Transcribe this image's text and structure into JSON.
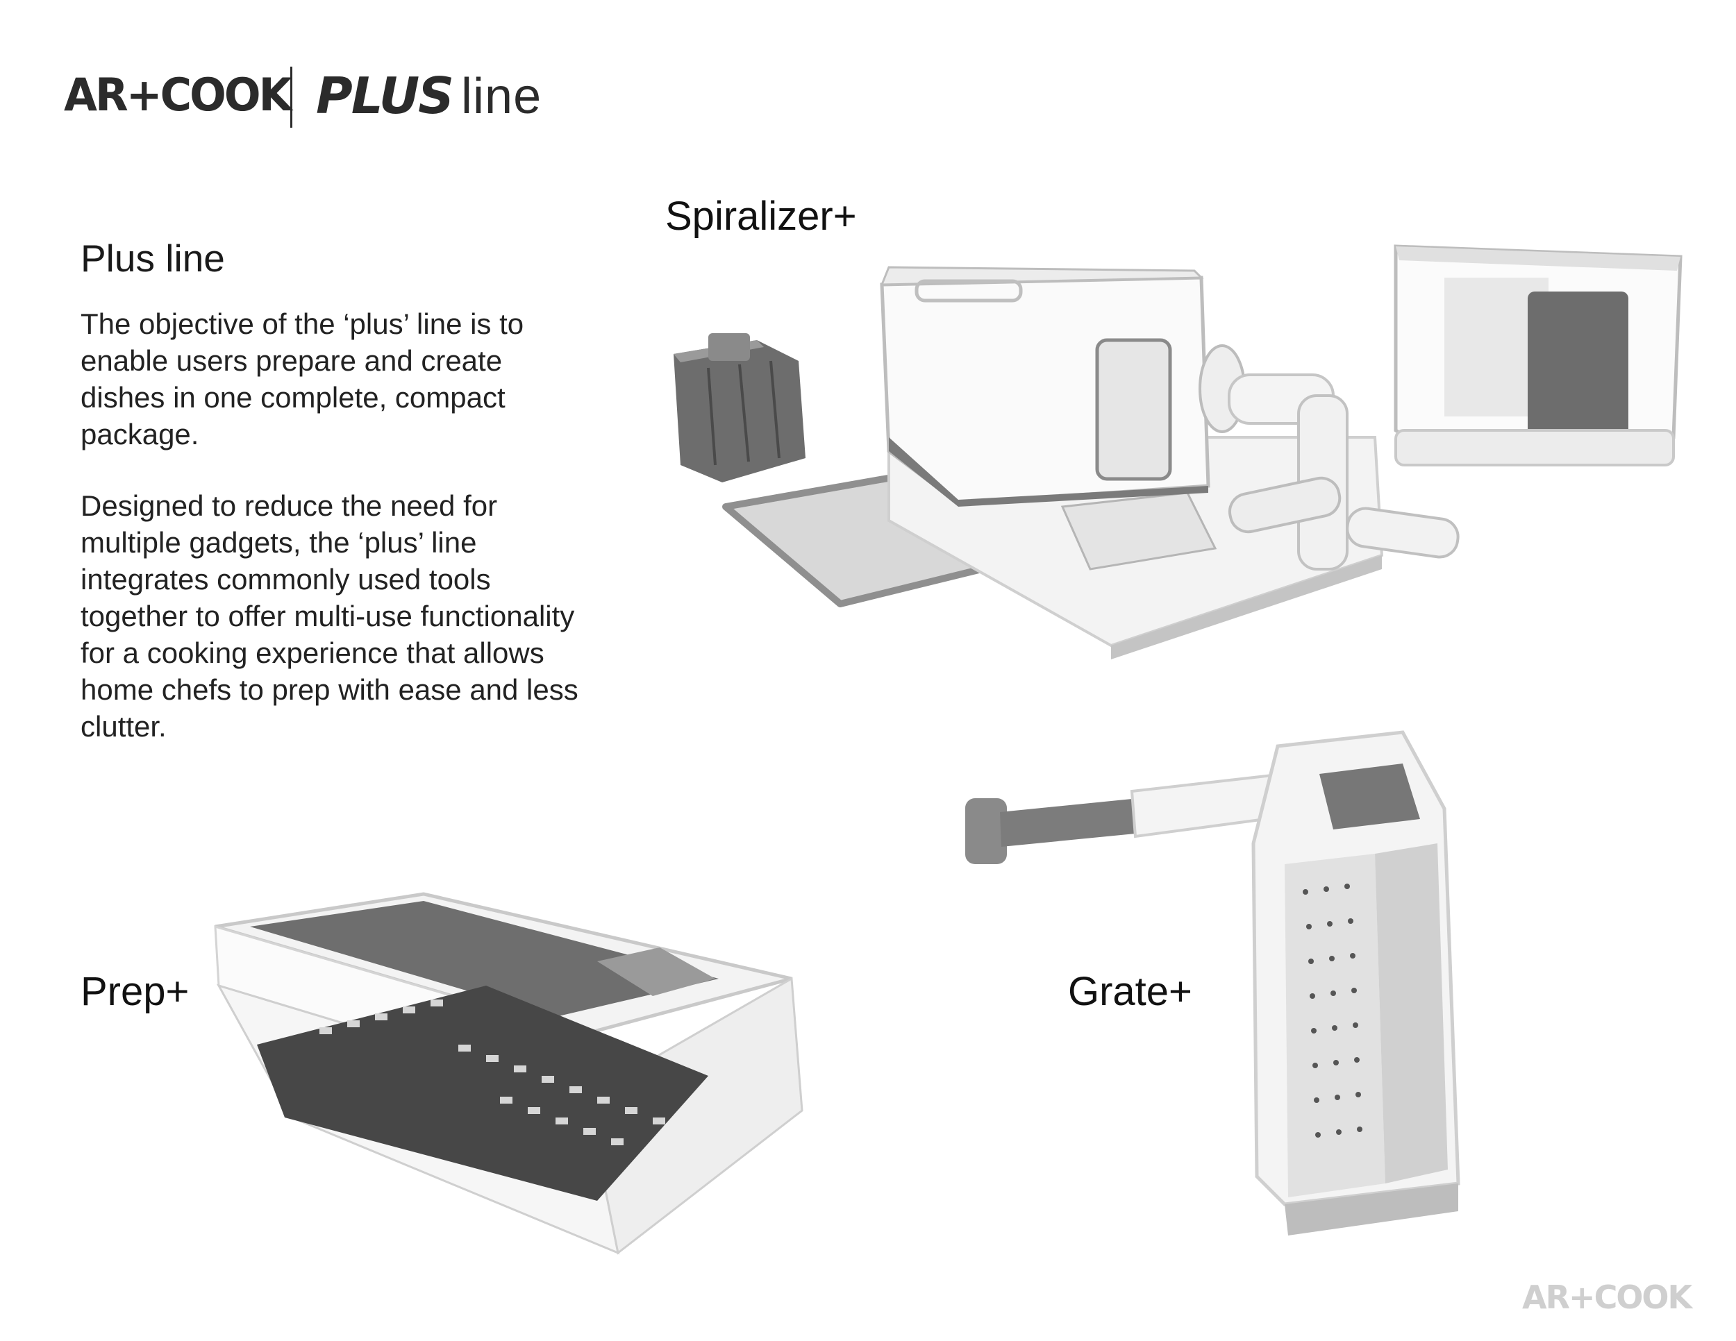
{
  "header": {
    "brand_logo": "AR+COOK",
    "line_logo_mark": "PLUS",
    "line_logo_word": "line"
  },
  "intro": {
    "heading": "Plus line",
    "paragraph_1": "The objective of the ‘plus’ line is to enable users prepare and create dishes in one complete, compact package.",
    "paragraph_2": "Designed to reduce the need for multiple gadgets, the ‘plus’ line integrates commonly used tools together to offer multi-use functionality for a cooking experience that allows home chefs to prep with ease and less clutter."
  },
  "products": {
    "spiralizer": {
      "label": "Spiralizer+"
    },
    "prep": {
      "label": "Prep+"
    },
    "grate": {
      "label": "Grate+"
    }
  },
  "footer": {
    "brand_logo": "AR+COOK"
  },
  "colors": {
    "text": "#1a1a1a",
    "product_light": "#f2f2f2",
    "product_mid": "#9a9a9a",
    "product_dark": "#5e5e5e",
    "watermark": "#cfcfcf"
  }
}
